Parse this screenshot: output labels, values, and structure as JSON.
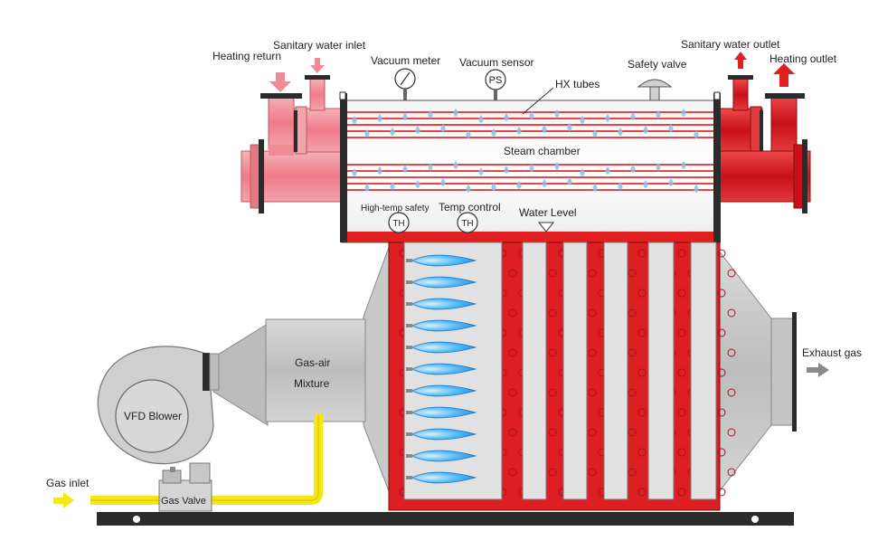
{
  "diagram": {
    "labels": {
      "sanitary_water_inlet": "Sanitary water inlet",
      "heating_return": "Heating return",
      "vacuum_meter": "Vacuum meter",
      "vacuum_sensor": "Vacuum sensor",
      "safety_valve": "Safety valve",
      "sanitary_water_outlet": "Sanitary water outlet",
      "heating_outlet": "Heating outlet",
      "hx_tubes": "HX tubes",
      "steam_chamber": "Steam chamber",
      "high_temp_safety": "High-temp safety",
      "temp_control": "Temp control",
      "water_level": "Water Level",
      "gas_air_mixture_line1": "Gas-air",
      "gas_air_mixture_line2": "Mixture",
      "exhaust_gas": "Exhaust gas",
      "vfd_blower": "VFD Blower",
      "gas_inlet": "Gas inlet",
      "gas_valve": "Gas Valve"
    },
    "gauge_marks": {
      "vacuum_sensor": "PS",
      "high_temp_safety": "TH",
      "temp_control": "TH"
    },
    "colors": {
      "water_red": "#e02020",
      "return_pink": "#f08a94",
      "hot_red": "#d9141c",
      "steel_grey": "#c8c8c8",
      "dark_grey": "#8a8a8a",
      "flame_blue": "#2f9fe8",
      "gas_yellow": "#f5e614",
      "base_black": "#2b2b2b"
    }
  }
}
